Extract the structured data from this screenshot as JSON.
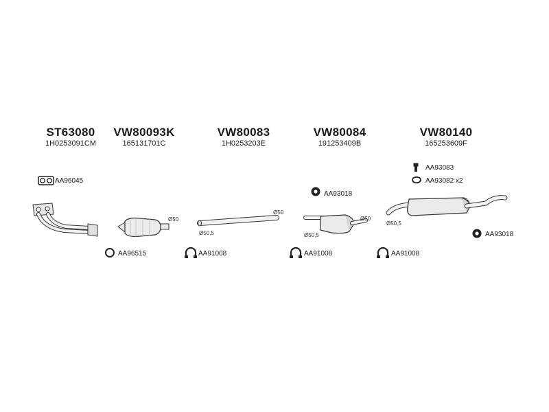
{
  "assemblies": [
    {
      "code": "ST63080",
      "oem": "1H0253091CM"
    },
    {
      "code": "VW80093K",
      "oem": "165131701C"
    },
    {
      "code": "VW80083",
      "oem": "1H0253203E"
    },
    {
      "code": "VW80084",
      "oem": "191253409B"
    },
    {
      "code": "VW80140",
      "oem": "165253609F"
    }
  ],
  "parts": {
    "gasket": "AA96045",
    "ring": "AA96515",
    "clamp_1": "AA91008",
    "clamp_2": "AA91008",
    "clamp_3": "AA91008",
    "rubber_mount_1": "AA93018",
    "rubber_mount_2": "AA93018",
    "bolt": "AA93083",
    "hanger_ring": "AA93082 x2"
  },
  "dimensions": {
    "cat_outlet": "Ø50",
    "pipe_outlet": "Ø50",
    "pipe_inlet": "Ø50,5",
    "mid_outlet": "Ø50",
    "mid_inlet": "Ø50,5",
    "rear_inlet": "Ø50,5"
  },
  "colors": {
    "line": "#333333",
    "fill": "#eeeeee",
    "shade": "#cfcfcf",
    "dark": "#222222"
  }
}
